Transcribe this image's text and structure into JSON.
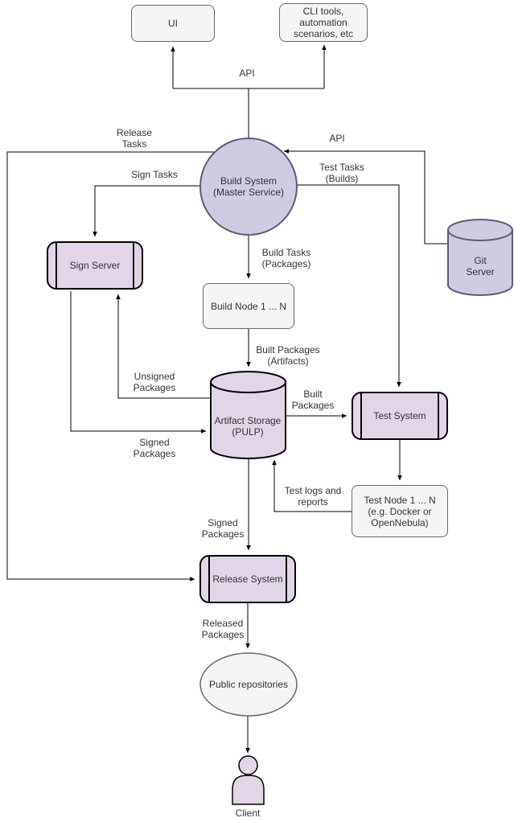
{
  "colors": {
    "canvas": "#ffffff",
    "gray_node_fill": "#f5f5f5",
    "gray_node_border": "#696969",
    "blue_node_fill": "#cdcce1",
    "blue_node_border": "#5c5c7a",
    "purple_node_fill": "#e1d5e7",
    "purple_node_border": "#000000",
    "edge": "#000000",
    "text": "#333333"
  },
  "nodes": {
    "ui": {
      "label": "UI"
    },
    "cli": {
      "label": "CLI tools,\nautomation\nscenarios, etc"
    },
    "build_system": {
      "label": "Build System\n(Master Service)"
    },
    "git_server": {
      "label": "Git\nServer"
    },
    "sign_server": {
      "label": "Sign Server"
    },
    "build_node": {
      "label": "Build Node 1 ... N"
    },
    "artifact_storage": {
      "label": "Artifact Storage\n(PULP)"
    },
    "test_system": {
      "label": "Test System"
    },
    "test_node": {
      "label": "Test Node 1 ... N\n(e.g. Docker or\nOpenNebula)"
    },
    "release_system": {
      "label": "Release System"
    },
    "public_repositories": {
      "label": "Public repositories"
    },
    "client": {
      "label": "Client"
    }
  },
  "edge_labels": {
    "api_top": "API",
    "api_git": "API",
    "release_tasks": "Release\nTasks",
    "sign_tasks": "Sign Tasks",
    "test_tasks": "Test Tasks\n(Builds)",
    "build_tasks": "Build Tasks\n(Packages)",
    "built_artifacts": "Built Packages\n(Artifacts)",
    "unsigned_packages": "Unsigned\nPackages",
    "signed_packages_in": "Signed\nPackages",
    "built_packages_test": "Built\nPackages",
    "test_logs": "Test logs and\nreports",
    "signed_packages_release": "Signed\nPackages",
    "released_packages": "Released\nPackages"
  }
}
